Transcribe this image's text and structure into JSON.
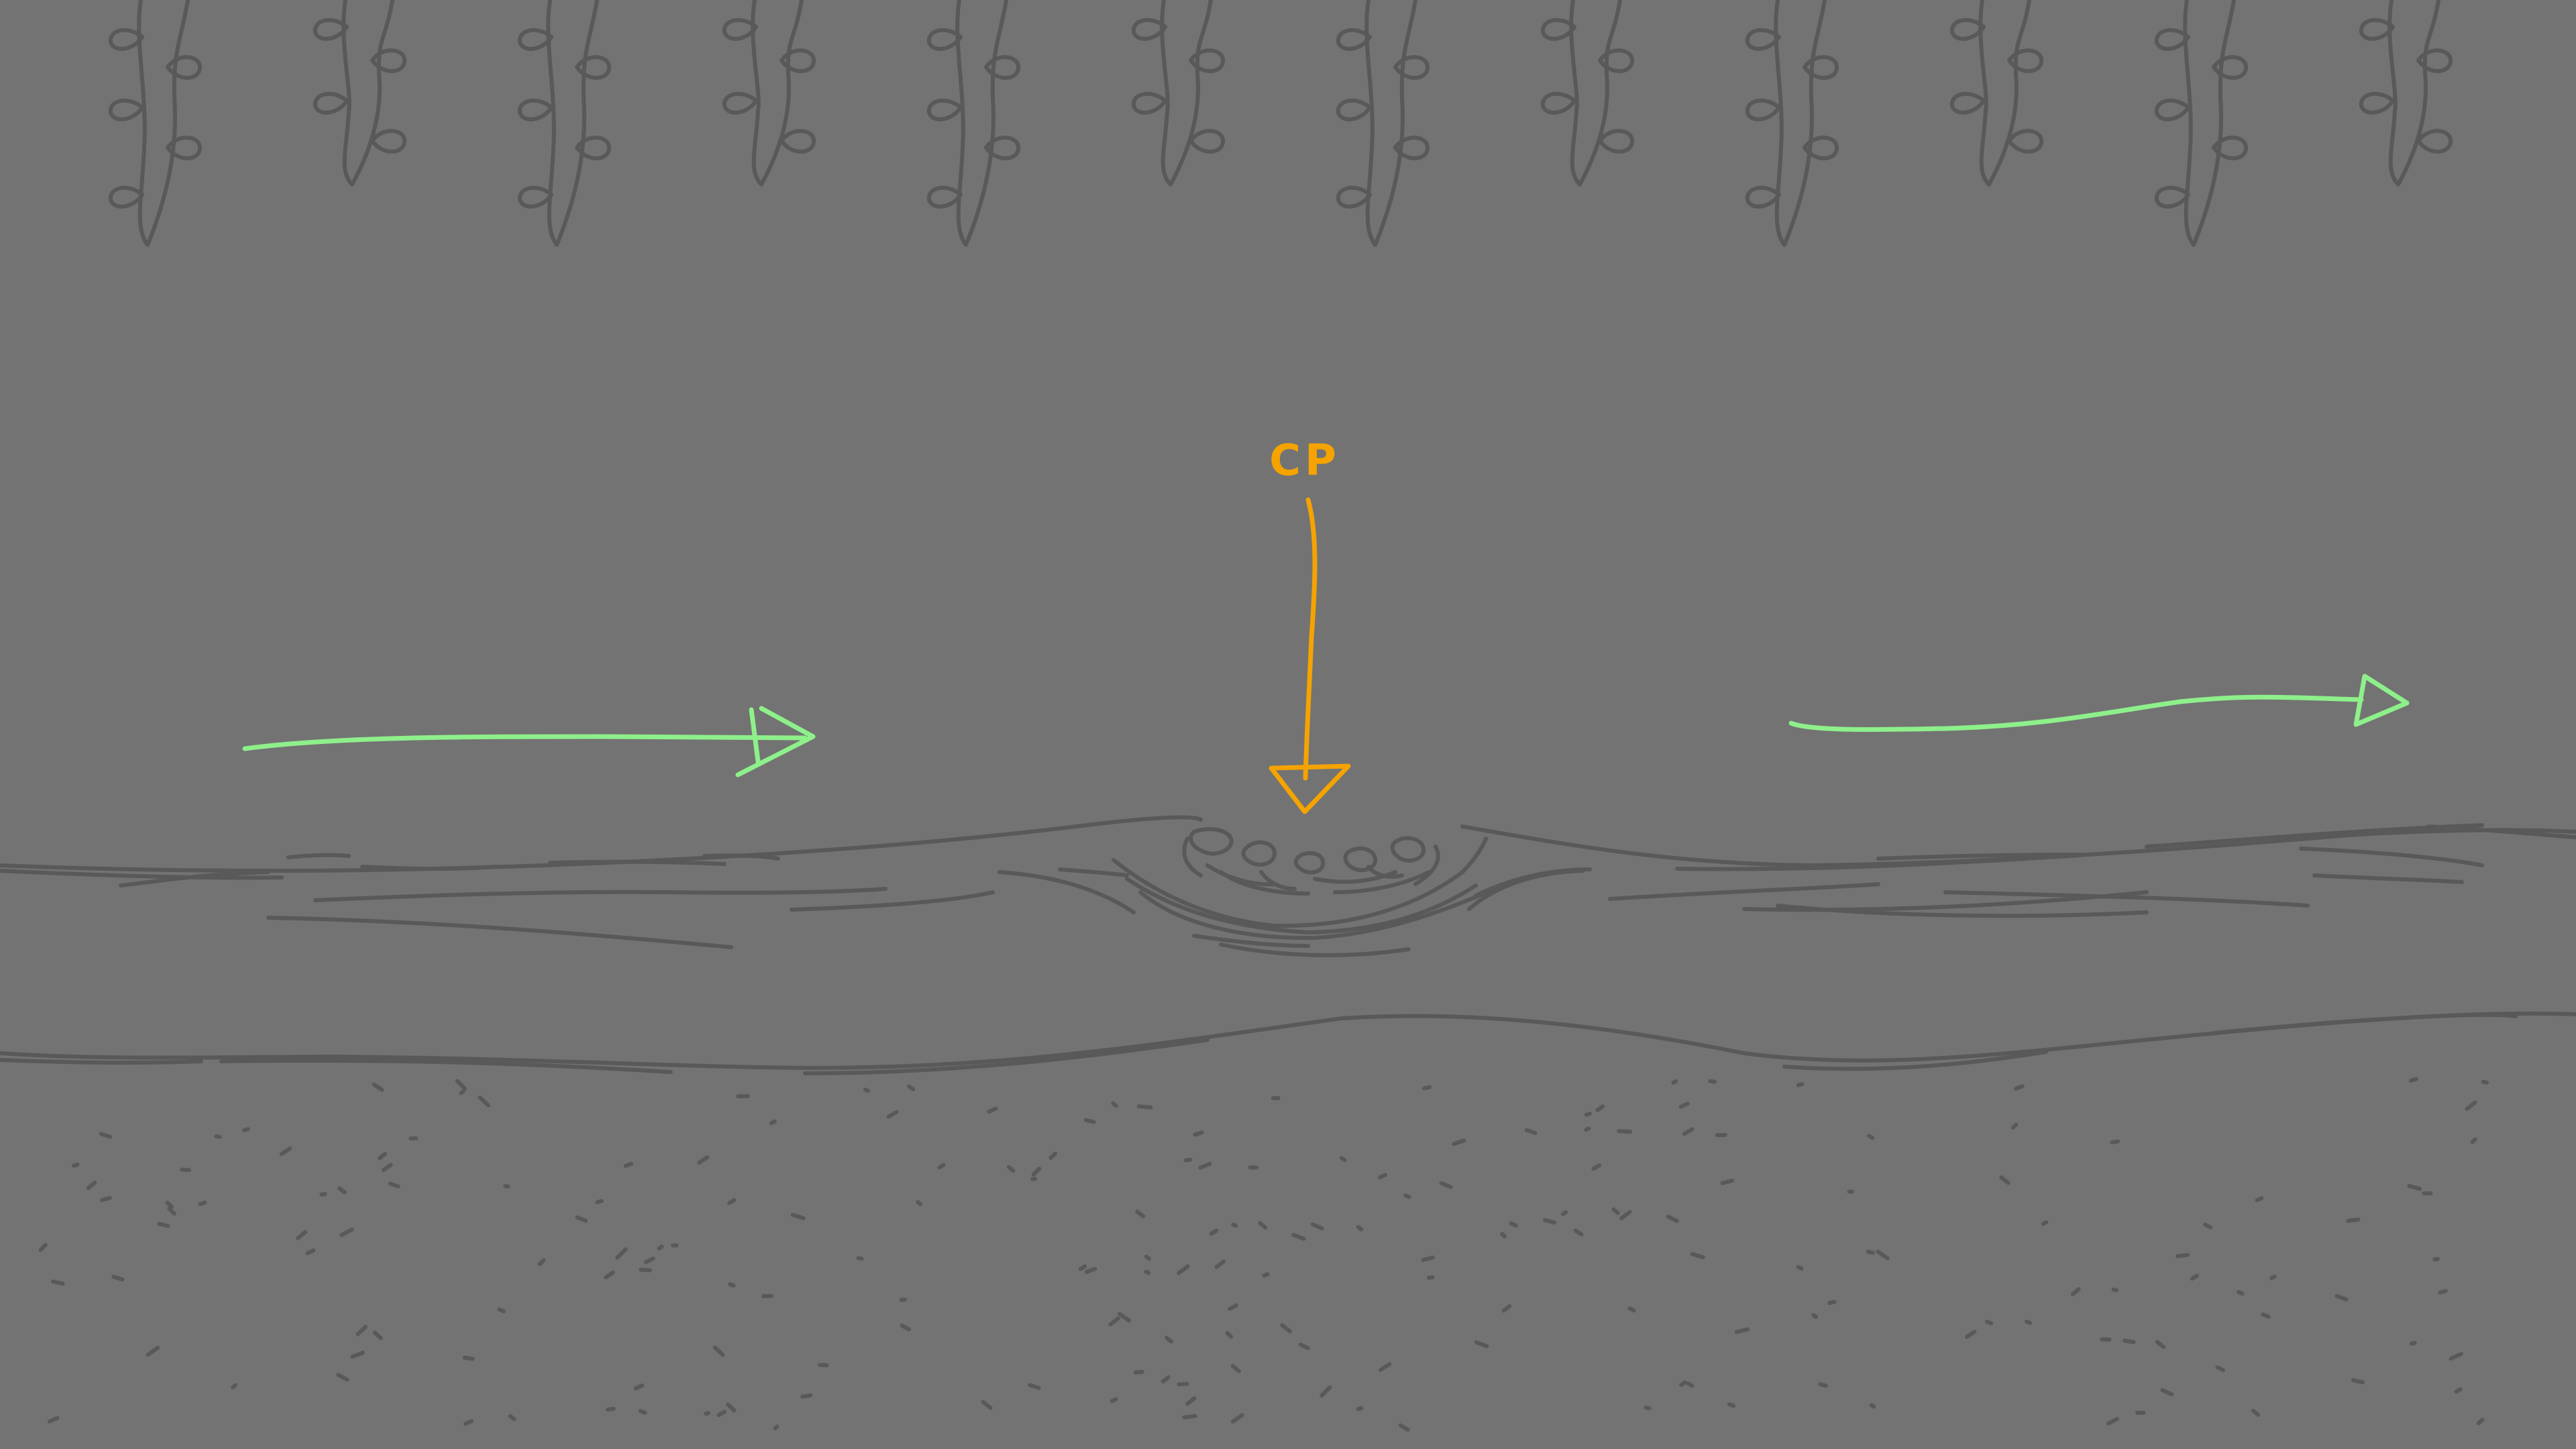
{
  "diagram": {
    "label_cp": "CP",
    "colors": {
      "background": "#737373",
      "line": "#595959",
      "flow_arrow": "#8ef08a",
      "pressure_arrow": "#f5a300"
    },
    "elements": {
      "seaweed_icon_count": 12,
      "flow_arrows": [
        "left",
        "right"
      ],
      "pressure_arrow": "down"
    }
  }
}
